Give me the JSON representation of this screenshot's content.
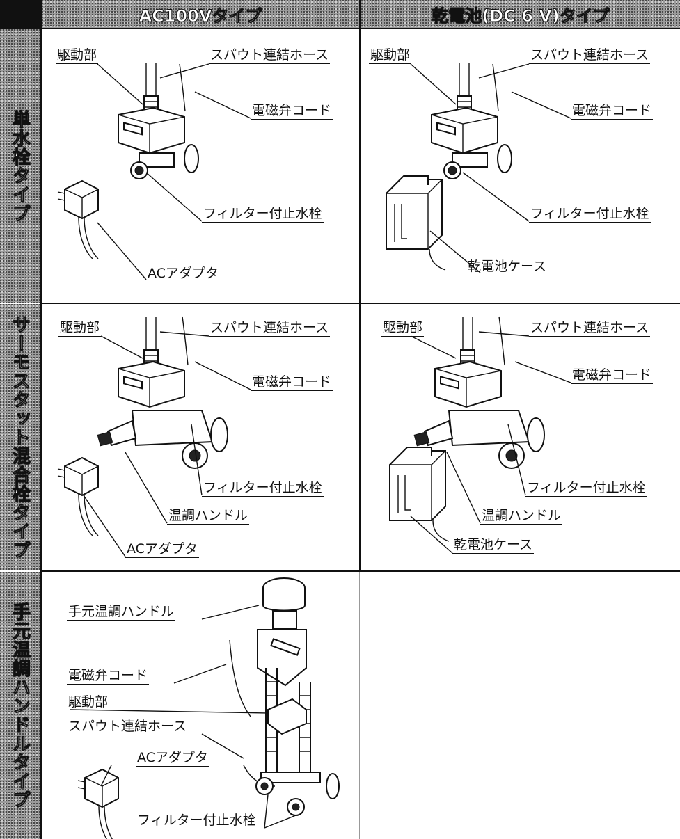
{
  "header": {
    "corner": "",
    "ac": "AC100Vタイプ",
    "dc": "乾電池(DC 6 V)タイプ"
  },
  "rows": [
    {
      "side": "単水栓タイプ"
    },
    {
      "side": "サーモスタット混合栓タイプ"
    },
    {
      "side": "手元温調ハンドルタイプ"
    }
  ],
  "labels": {
    "drive": "駆動部",
    "spout_hose": "スパウト連結ホース",
    "solenoid_cord": "電磁弁コード",
    "filter_valve": "フィルター付止水栓",
    "ac_adapter": "ACアダプタ",
    "battery_case": "乾電池ケース",
    "temp_handle": "温調ハンドル",
    "hand_temp_handle": "手元温調ハンドル"
  }
}
